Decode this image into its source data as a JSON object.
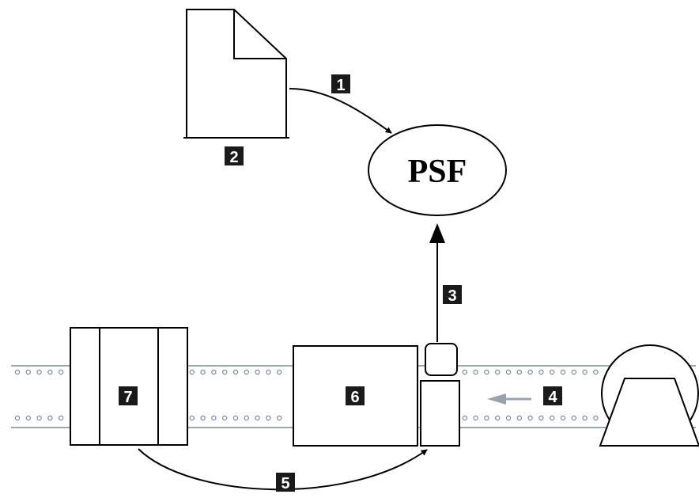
{
  "psf_label": "PSF",
  "badges": {
    "b1": "1",
    "b2": "2",
    "b3": "3",
    "b4": "4",
    "b5": "5",
    "b6": "6",
    "b7": "7"
  },
  "colors": {
    "stroke": "#000000",
    "badge_fill": "#1a1a1a",
    "tape_gray": "#7a8a99",
    "arrow_gray": "#9aa3ab"
  }
}
